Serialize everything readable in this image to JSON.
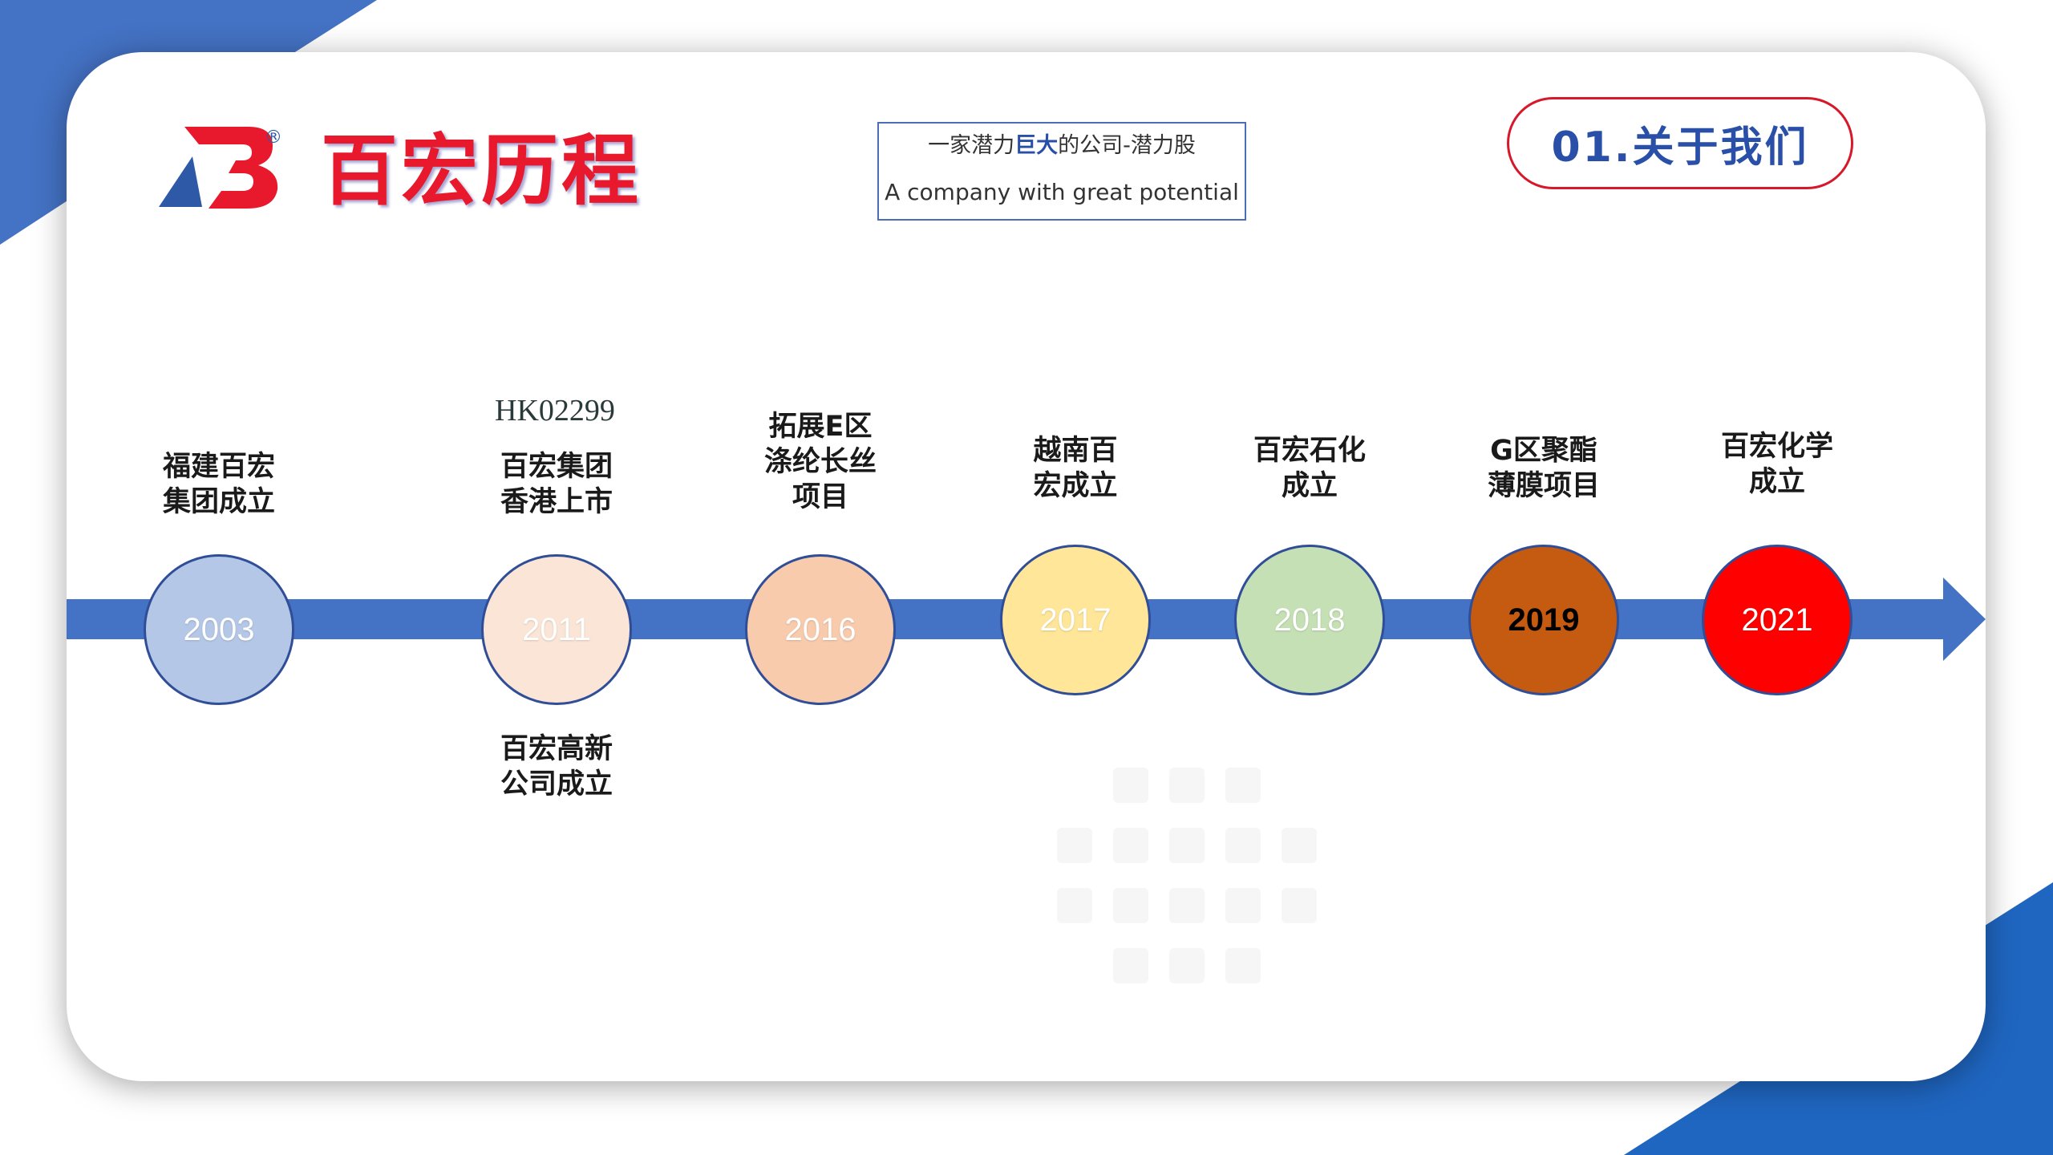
{
  "brand": {
    "title": "百宏历程",
    "registered_mark": "®"
  },
  "slogan": {
    "zh_before": "一家潜力",
    "zh_highlight": "巨大",
    "zh_after": "的公司-潜力股",
    "en": "A company with great potential"
  },
  "section": {
    "label": "01.关于我们"
  },
  "timeline": {
    "events": [
      {
        "year": "2003",
        "fill": "#b4c7e7",
        "year_color": "#ffffff",
        "label_above": "福建百宏\n集团成立"
      },
      {
        "year": "2011",
        "fill": "#fbe5d6",
        "year_color": "#ffffff",
        "label_above": "百宏集团\n香港上市",
        "code": "HK02299",
        "label_below": "百宏高新\n公司成立"
      },
      {
        "year": "2016",
        "fill": "#f8cbad",
        "year_color": "#ffffff",
        "label_above": "拓展E区\n涤纶长丝\n项目"
      },
      {
        "year": "2017",
        "fill": "#ffe699",
        "year_color": "#ffffff",
        "label_above": "越南百\n宏成立"
      },
      {
        "year": "2018",
        "fill": "#c5e0b4",
        "year_color": "#ffffff",
        "label_above": "百宏石化\n成立"
      },
      {
        "year": "2019",
        "fill": "#c55a11",
        "year_color": "#000000",
        "label_above": "G区聚酯\n薄膜项目"
      },
      {
        "year": "2021",
        "fill": "#ff0000",
        "year_color": "#ffffff",
        "label_above": "百宏化学\n成立"
      }
    ]
  },
  "colors": {
    "accent_blue": "#4472c4",
    "brand_red": "#e8192c",
    "corner_blue": "#1f66c1"
  }
}
